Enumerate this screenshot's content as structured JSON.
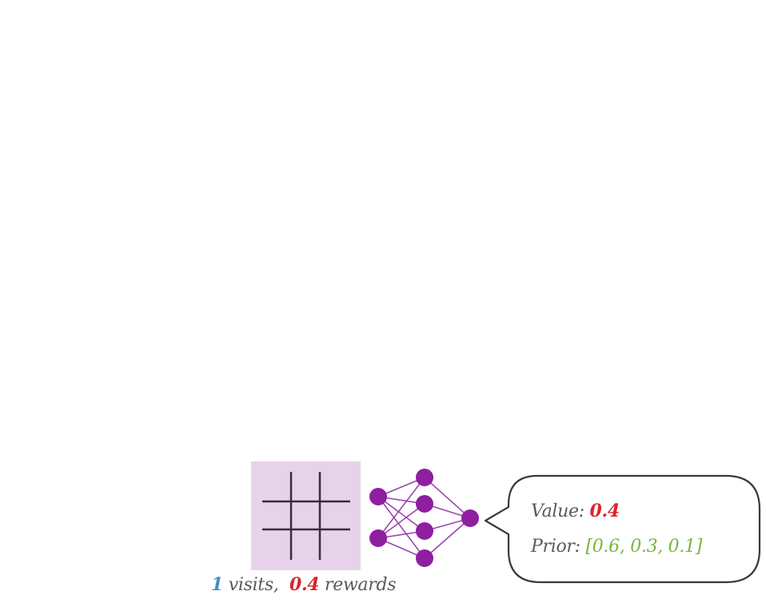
{
  "state_node": {
    "visits": "1",
    "visits_label": "visits,",
    "rewards": "0.4",
    "rewards_label": "rewards"
  },
  "network_output": {
    "value_label": "Value:",
    "value": "0.4",
    "prior_label": "Prior:",
    "prior": "[0.6, 0.3, 0.1]"
  },
  "colors": {
    "board_background": "#e6d3e9",
    "board_lines": "#3a2a3a",
    "network_nodes": "#8d1fa0",
    "network_edges": "#9b45b0",
    "visits_color": "#3f8fc0",
    "rewards_color": "#d8262e",
    "prior_color": "#79b53b",
    "bubble_border": "#3a3a3a"
  },
  "icons": {
    "board": "tic-tac-toe-grid-icon",
    "network": "neural-network-icon",
    "bubble": "speech-bubble"
  }
}
